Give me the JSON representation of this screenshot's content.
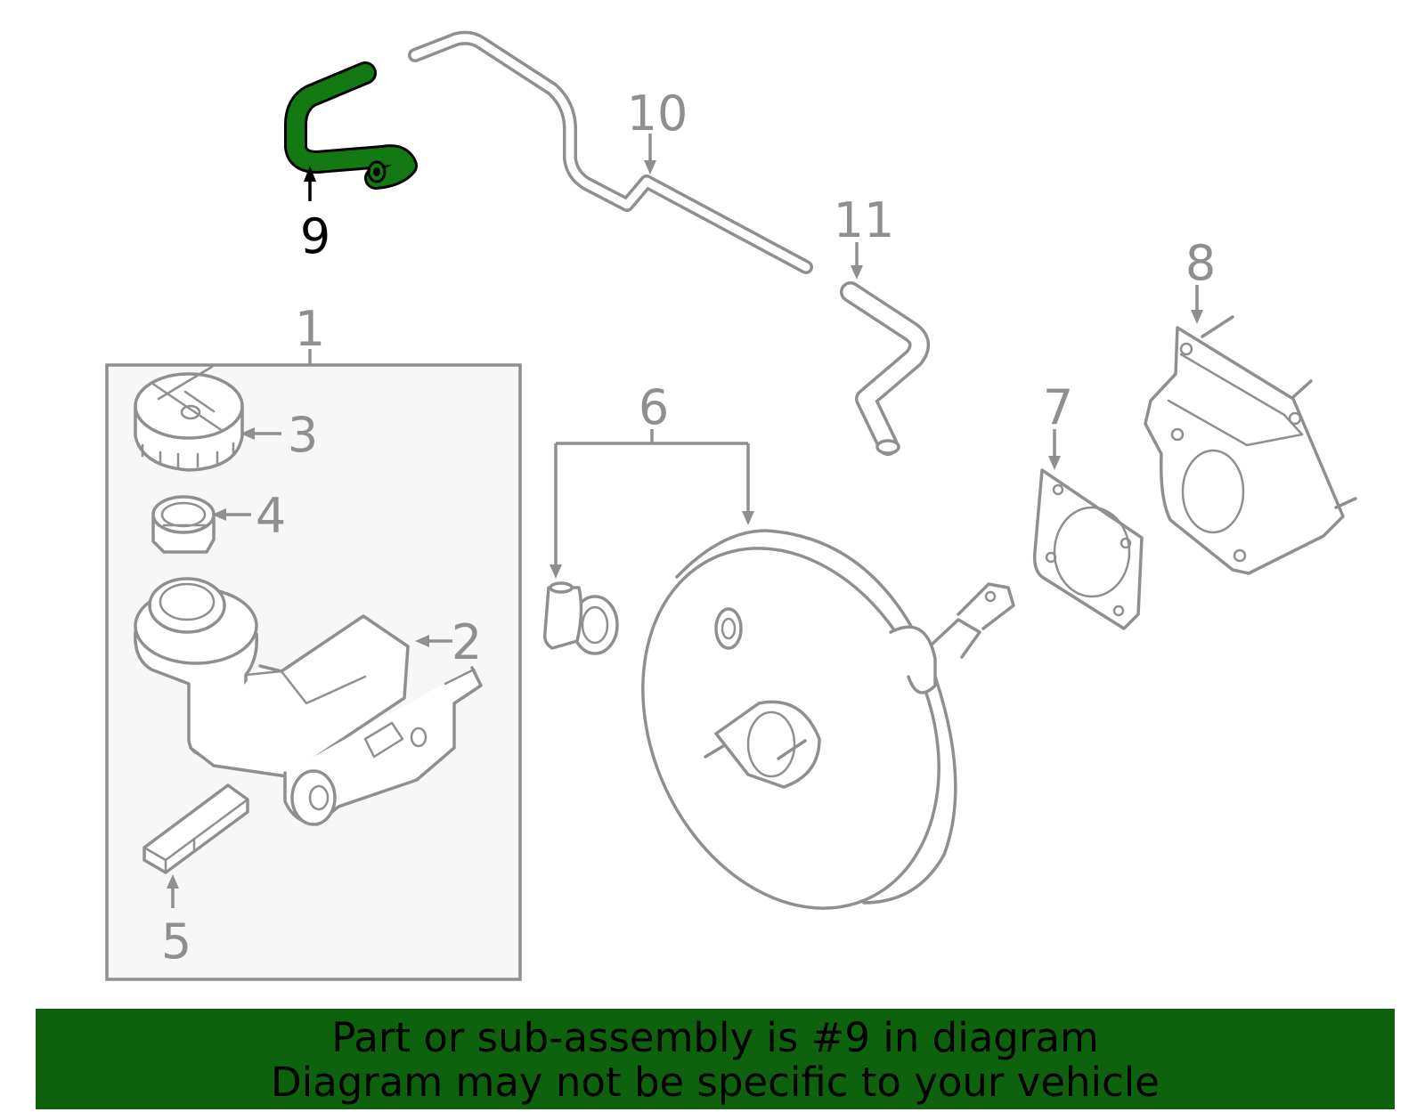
{
  "highlight_color": "#0e620e",
  "part_gray": "#8f8f8f",
  "callouts": {
    "c1": "1",
    "c2": "2",
    "c3": "3",
    "c4": "4",
    "c5": "5",
    "c6": "6",
    "c7": "7",
    "c8": "8",
    "c9": "9",
    "c10": "10",
    "c11": "11"
  },
  "banner": {
    "line1": "Part or sub-assembly is #9 in diagram",
    "line2": "Diagram may not be specific to your vehicle"
  }
}
